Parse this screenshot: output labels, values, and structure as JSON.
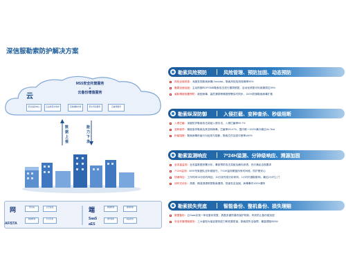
{
  "page": {
    "title": "深信服勒索防护解决方案"
  },
  "diagram": {
    "cloud": {
      "label": "云",
      "title_line1": "MSS安全托管服务",
      "title_plus": "+",
      "title_line2": "云备份增值服务",
      "chips": [
        "安全运营中心",
        "云主机安全防护",
        "云端威胁分析",
        "安全专家服务",
        "云备份服务"
      ]
    },
    "flow": {
      "up": "数据上报",
      "down": "能力下发"
    },
    "bottom_left": {
      "big": "网",
      "sub": "AF/STA",
      "chips": [
        "防火墙",
        "安全感知",
        "终端检测",
        "行为分析"
      ]
    },
    "bottom_right": {
      "big": "端",
      "sub1": "SaaS",
      "sub2": "aES",
      "chips": [
        "终端检测",
        "终端防护",
        "文件备份",
        "病毒查杀"
      ]
    }
  },
  "sections": [
    {
      "name": "勒索风险预防",
      "tag": "风险管理、预防加固、动态预防",
      "items": [
        {
          "lead": "风险全面排查：",
          "rest": "深度发现勒索病毒Checklist，勒索风险检测准确率99%"
        },
        {
          "lead": "脆弱全面加固：",
          "rest": "主动防御RDP/SMB勒索攻击进行漏洞修复，自动化修复可利用漏洞达99%"
        },
        {
          "lead": "威胁情报前置预防：",
          "rest": "新型病毒、高危漏洞等情报预警实时同步，100%防御勒索病毒扩散"
        }
      ]
    },
    {
      "name": "勒索纵深防御",
      "tag": "入侵拦截、变种查杀、秒级阻断",
      "items": [
        {
          "lead": "入侵拦截：",
          "rest": "深度防护勒索攻击突破入侵手法，入侵拦截率99.7%"
        },
        {
          "lead": "变种查杀：",
          "rest": "精准查杀勒索及其变种病毒，拦截率99.47%，国内唯一100%满分通过AV-Test"
        },
        {
          "lead": "秒级阻断：",
          "rest": "勒索病毒秒级行为检测与阻断，勒索文件加密中断率≥90%"
        }
      ]
    },
    {
      "name": "勒索监测响应",
      "tag": "7*24H监测、分钟级响应、溯源加固",
      "items": [
        {
          "lead": "全流量监测：",
          "rest": "全流量数据采集分析，事前预防攻击突破及横向渗透，充分满足合规要求"
        },
        {
          "lead": "7*24H监测：",
          "rest": "MSS专家团队全年候值守，7*24H监测覆盖所有时间段，防护更安心"
        },
        {
          "lead": "快速响应：",
          "rest": "工作时间15分钟内响应，30分钟完成分析研判，1小时内遏制影响，最迟2小时上门"
        },
        {
          "lead": "闭环式优化：",
          "rest": "溯源、精准溯源修复勒索漏洞，快速安全加固，病毒事件100%清除"
        }
      ]
    },
    {
      "name": "勒索损失兜底",
      "tag": "智能备份、整机备份、损失理赔",
      "items": [
        {
          "lead": "数据备份：",
          "rest": "云Saas实现一体化备份恢复，具备多重防篡改保护机制，有效防止备份被加密"
        },
        {
          "lead": "安全托管理赔服务：",
          "rest": "三大保险为保证服务能力和效果担保，勒索损失全保障，最高理赔500W"
        }
      ]
    }
  ]
}
